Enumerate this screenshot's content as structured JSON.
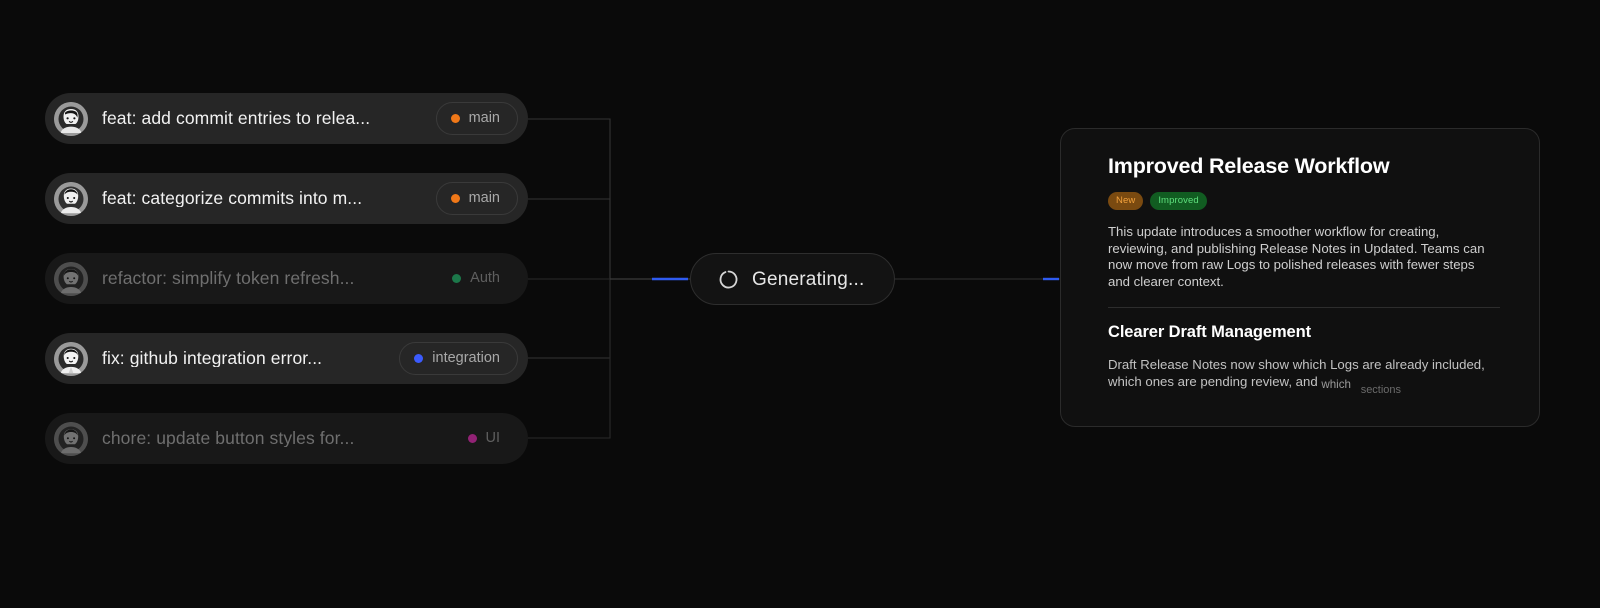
{
  "canvas": {
    "background_color": "#0a0a0a",
    "accent_color": "#2f5bf0"
  },
  "commit_list": {
    "items": [
      {
        "message": "feat: add commit entries to relea...",
        "branch": "main",
        "branch_color": "#f07818",
        "state": "active",
        "avatar_name": "avatar-commit-1"
      },
      {
        "message": "feat: categorize commits into m...",
        "branch": "main",
        "branch_color": "#f07818",
        "state": "active",
        "avatar_name": "avatar-commit-2"
      },
      {
        "message": "refactor: simplify token refresh...",
        "branch": "Auth",
        "branch_color": "#1f9e5e",
        "state": "dim",
        "avatar_name": "avatar-commit-3"
      },
      {
        "message": "fix: github integration error...",
        "branch": "integration",
        "branch_color": "#3b5bfd",
        "state": "active",
        "avatar_name": "avatar-commit-4"
      },
      {
        "message": "chore: update button styles for...",
        "branch": "UI",
        "branch_color": "#c2279a",
        "state": "dim",
        "avatar_name": "avatar-commit-5"
      }
    ]
  },
  "generating_node": {
    "label": "Generating...",
    "icon": "spinner-icon"
  },
  "notes_panel": {
    "title": "Improved Release Workflow",
    "badges": [
      {
        "label": "New",
        "bg": "#7a4a10",
        "fg": "#f4a23c"
      },
      {
        "label": "Improved",
        "bg": "#115c21",
        "fg": "#5ee07d"
      }
    ],
    "body": "This update introduces a smoother workflow for creating, reviewing, and publishing Release Notes in Updated. Teams can now move from raw Logs to polished releases with fewer steps and clearer context.",
    "subtitle": "Clearer Draft Management",
    "body2_static": "Draft Release Notes now show which Logs are already included, which ones are pending review, and",
    "body2_streaming_word_1": "which",
    "body2_streaming_word_2": "sections"
  }
}
